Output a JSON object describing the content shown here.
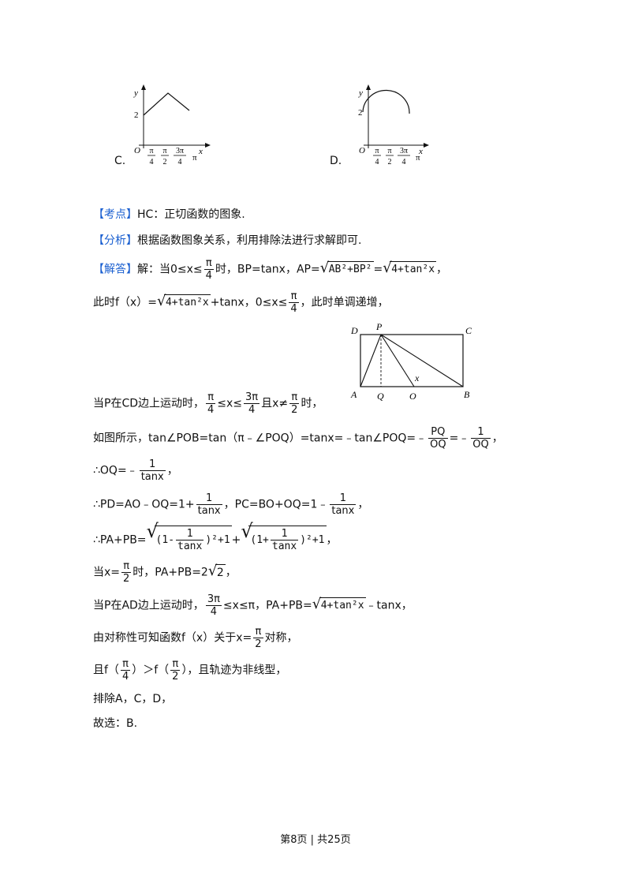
{
  "graphs": {
    "C": {
      "option_label": "C.",
      "y_label": "y",
      "x_label": "x",
      "origin": "O",
      "y_tick": "2",
      "ticks": [
        {
          "num": "π",
          "den": "4"
        },
        {
          "num": "π",
          "den": "2"
        },
        {
          "num": "3π",
          "den": "4"
        }
      ],
      "pi_label": "π"
    },
    "D": {
      "option_label": "D.",
      "y_label": "y",
      "x_label": "x",
      "origin": "O",
      "y_tick": "2",
      "ticks": [
        {
          "num": "π",
          "den": "4"
        },
        {
          "num": "π",
          "den": "2"
        },
        {
          "num": "3π",
          "den": "4"
        }
      ],
      "pi_label": "π"
    }
  },
  "kaodian": {
    "tag": "【考点】",
    "text": "HC：正切函数的图象."
  },
  "fenxi": {
    "tag": "【分析】",
    "text": "根据函数图象关系，利用排除法进行求解即可."
  },
  "jieda": {
    "tag": "【解答】",
    "t1": "解：当0≤x≤",
    "f_num": "π",
    "f_den": "4",
    "t2": "时，BP=tanx，AP=",
    "r1": "AB²+BP²",
    "eq": "=",
    "r2": "4+tan²x",
    "end": "，"
  },
  "line2": {
    "t1": "此时f（x）=",
    "r": "4+tan²x",
    "t2": "+tanx，0≤x≤",
    "f_num": "π",
    "f_den": "4",
    "t3": "，此时单调递增，"
  },
  "figure": {
    "D": "D",
    "P": "P",
    "C": "C",
    "A": "A",
    "Q": "Q",
    "O": "O",
    "B": "B",
    "x": "x"
  },
  "line3": {
    "t1": "当P在CD边上运动时，",
    "f1n": "π",
    "f1d": "4",
    "t2": "≤x≤",
    "f2n": "3π",
    "f2d": "4",
    "t3": "且x≠",
    "f3n": "π",
    "f3d": "2",
    "t4": "时，"
  },
  "line4": {
    "t1": "如图所示，tan∠POB=tan（π﹣∠POQ）=tanx=﹣tan∠POQ=﹣",
    "f1n": "PQ",
    "f1d": "OQ",
    "t2": "=﹣",
    "f2n": "1",
    "f2d": "OQ",
    "t3": "，"
  },
  "line5": {
    "t1": "∴OQ=﹣",
    "fn": "1",
    "fd": "tanx",
    "t2": "，"
  },
  "line6": {
    "t1": "∴PD=AO﹣OQ=1+",
    "f1n": "1",
    "f1d": "tanx",
    "t2": "，PC=BO+OQ=1﹣",
    "f2n": "1",
    "f2d": "tanx",
    "t3": "，"
  },
  "line7": {
    "t1": "∴PA+PB=",
    "a1": "(1-",
    "fn": "1",
    "fd": "tanx",
    "a2": ")²+1",
    "plus": "+",
    "b1": "(1+",
    "b2": ")²+1",
    "t2": "，"
  },
  "line8": {
    "t1": "当x=",
    "fn": "π",
    "fd": "2",
    "t2": "时，PA+PB=2",
    "r": "2",
    "t3": "，"
  },
  "line9": {
    "t1": "当P在AD边上运动时，",
    "fn": "3π",
    "fd": "4",
    "t2": "≤x≤π，PA+PB=",
    "r": "4+tan²x",
    "t3": "﹣tanx，"
  },
  "line10": {
    "t1": "由对称性可知函数f（x）关于x=",
    "fn": "π",
    "fd": "2",
    "t2": "对称，"
  },
  "line11": {
    "t1": "且f（",
    "f1n": "π",
    "f1d": "4",
    "t2": "）＞f（",
    "f2n": "π",
    "f2d": "2",
    "t3": "），且轨迹为非线型，"
  },
  "line12": {
    "text": "排除A，C，D，"
  },
  "line13": {
    "text": "故选：B."
  },
  "footer": {
    "text": "第8页 | 共25页"
  }
}
